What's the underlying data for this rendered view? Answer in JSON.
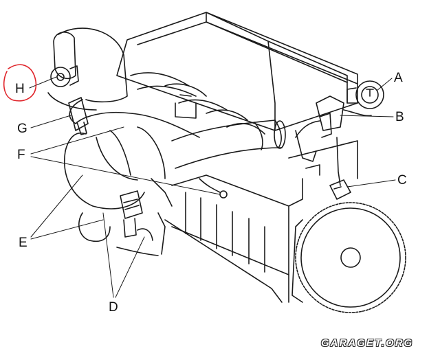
{
  "labels": {
    "a": "A",
    "b": "B",
    "c": "C",
    "d": "D",
    "e": "E",
    "f": "F",
    "g": "G",
    "h": "H"
  },
  "watermark": "GARAGET.ORG",
  "colors": {
    "line": "#1a1a1a",
    "highlight_circle": "#e0252b",
    "background": "#ffffff"
  }
}
